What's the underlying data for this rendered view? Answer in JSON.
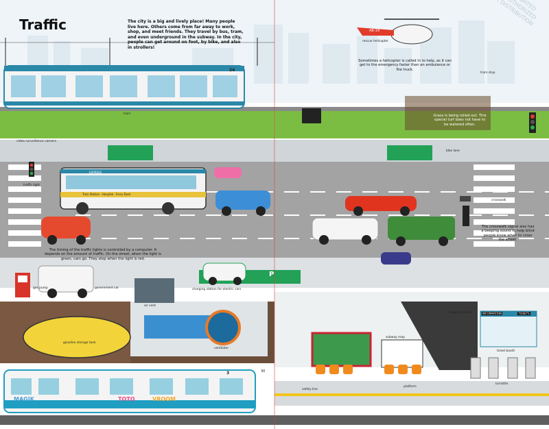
{
  "page": {
    "title": "Traffic",
    "intro": "The city is a big and lively place! Many people live here. Others come from far away to work, shop, and meet friends. They travel by bus, tram, and even underground in the subway. In the city, people can get around on foot, by bike, and also in strollers!",
    "watermark": [
      "COPYRIGHTED",
      "NOT AUTHORIZED",
      "FOR DISTRIBUTION"
    ]
  },
  "notes": {
    "helicopter": "Sometimes a helicopter is called in to help, as it can get to the emergency faster than an ambulance or fire truck.",
    "grass": "Grass is being rolled out. This special turf does not have to be watered often.",
    "traffic_lights": "The timing of the traffic lights is controlled by a computer. It depends on the amount of traffic. On the street, when the light is green, cars go. They stop when the light is red.",
    "crosswalk_signal": "The crosswalk signal also has a beeping sound to help blind people know when to cross the street."
  },
  "labels": {
    "rescue_helicopter": "rescue helicopter",
    "tram_stop": "tram stop",
    "tram": "tram",
    "video_camera": "video surveillance camera",
    "traffic_light": "traffic light",
    "bike_lane": "bike lane",
    "crosswalk": "crosswalk",
    "gas_pump": "gas pump",
    "government_car": "government car",
    "charging_station": "charging station for electric cars",
    "air_vent": "air vent",
    "gasoline_tank": "gasoline storage tank",
    "ventilator": "ventilator",
    "subway_station": "subway station",
    "subway_map": "subway map",
    "ticket_booth": "ticket booth",
    "turnstile": "turnstile",
    "platform": "platform",
    "safety_line": "safety line",
    "information": "INFORMATION",
    "tickets": "TICKETS"
  },
  "vehicles": {
    "tram_number": "24",
    "bus_destination": "EXPRESS",
    "bus_route": "Train Station · Hospital · Ferry Dock",
    "helicopter_code": "AB-19",
    "subway_number": "3",
    "subway_graffiti": [
      "MAGIK",
      "TOTO",
      "VROOM"
    ],
    "parking_letter": "P",
    "platform_sign": "30"
  },
  "colors": {
    "sky": "#e8f1f7",
    "grass": "#73b23b",
    "road": "#9c9c9c",
    "sidewalk": "#d9dde0",
    "tram": "#2a88a8",
    "bus_stripe": "#e8c23a",
    "bike_sign": "#22a157",
    "helicopter": "#e23b2b",
    "subway_band": "#1f9ec1"
  }
}
